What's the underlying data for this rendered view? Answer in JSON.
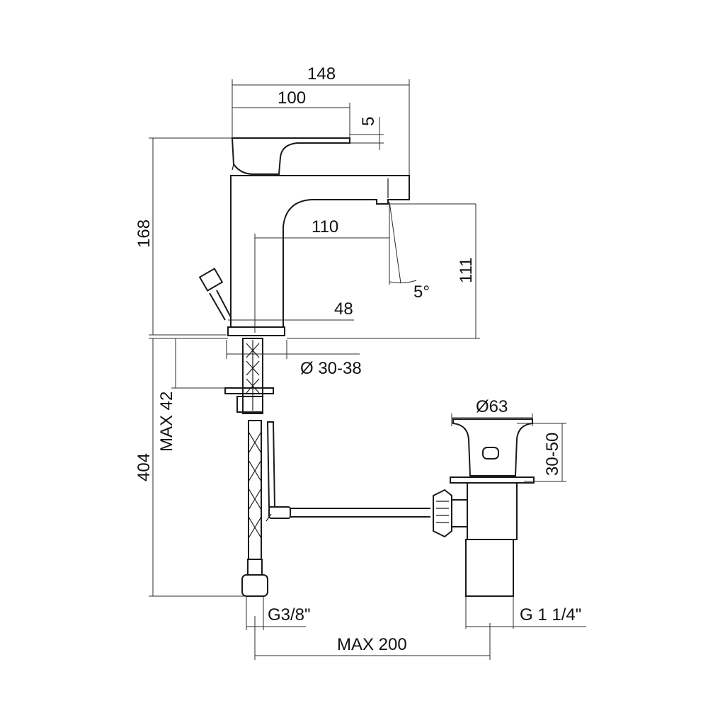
{
  "drawing": {
    "width_total": "148",
    "width_handle": "100",
    "handle_offset": "5",
    "height_total": "168",
    "spout_reach": "110",
    "spout_height": "111",
    "spout_angle": "5°",
    "base_width": "48",
    "hole_diameter": "Ø 30-38",
    "max_thickness": "MAX 42",
    "hose_length": "404",
    "waste_diameter": "Ø63",
    "waste_range": "30-50",
    "hose_thread": "G3/8\"",
    "waste_thread": "G 1 1/4\"",
    "max_distance": "MAX 200"
  }
}
